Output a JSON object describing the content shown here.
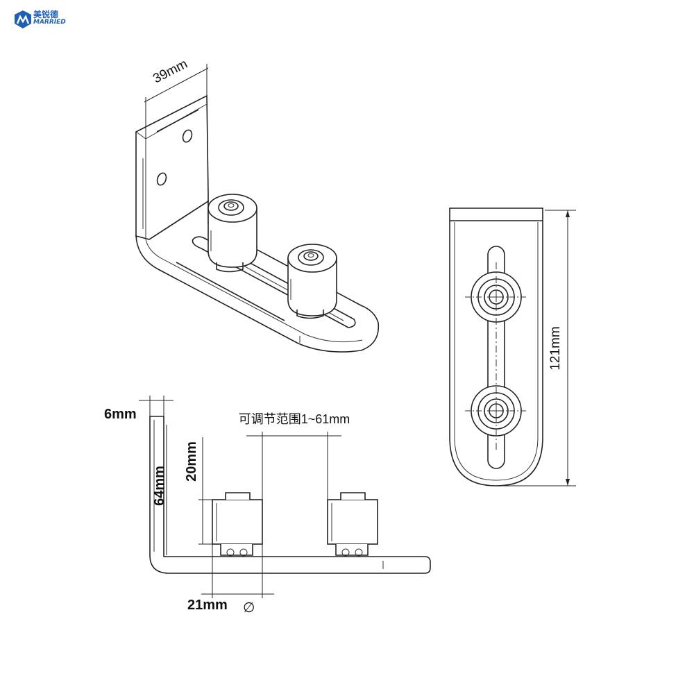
{
  "brand": {
    "name_cn": "美锐德",
    "name_en": "MARRIED",
    "color": "#1f5fb4"
  },
  "dimensions": {
    "width_top": "39mm",
    "height_total": "121mm",
    "thickness": "6mm",
    "wall_height": "64mm",
    "roller_height": "20mm",
    "adjust_range": "可调节范围1~61mm",
    "roller_diameter": "21mm",
    "diameter_symbol": "∅"
  }
}
